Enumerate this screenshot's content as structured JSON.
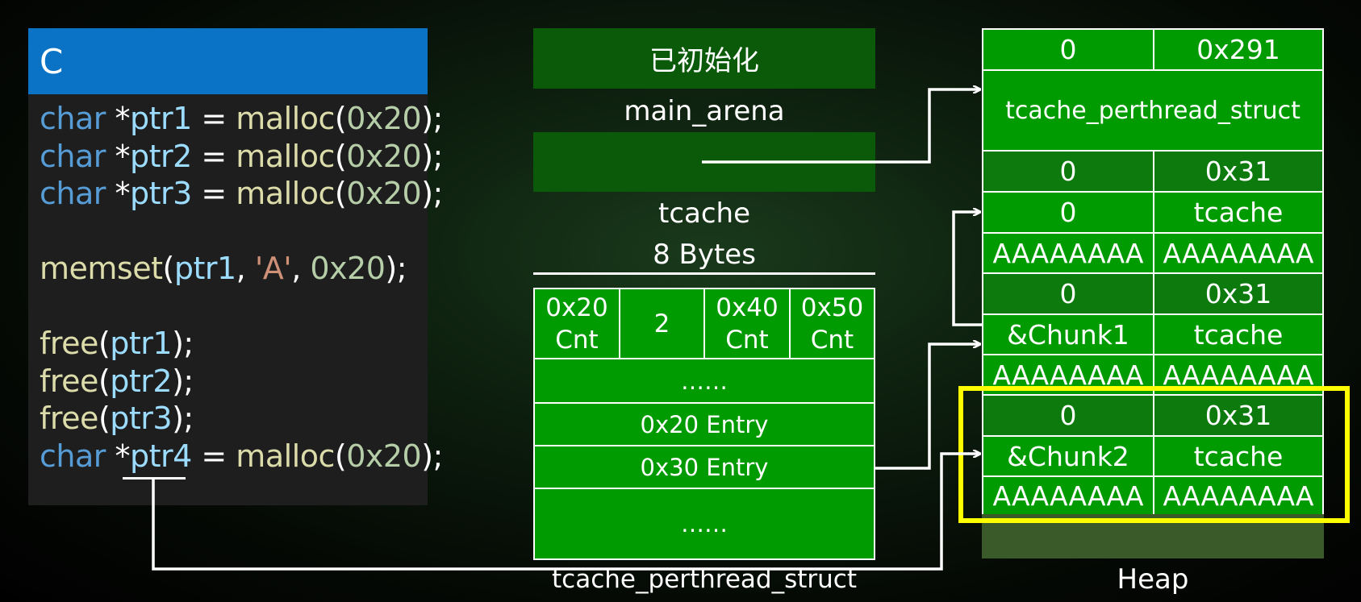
{
  "code": {
    "language": "C",
    "lines": [
      [
        [
          "kw",
          "char "
        ],
        [
          "pl",
          "*"
        ],
        [
          "var",
          "ptr1"
        ],
        [
          "pl",
          " = "
        ],
        [
          "fn",
          "malloc"
        ],
        [
          "pl",
          "("
        ],
        [
          "num",
          "0x20"
        ],
        [
          "pl",
          ");"
        ]
      ],
      [
        [
          "kw",
          "char "
        ],
        [
          "pl",
          "*"
        ],
        [
          "var",
          "ptr2"
        ],
        [
          "pl",
          " = "
        ],
        [
          "fn",
          "malloc"
        ],
        [
          "pl",
          "("
        ],
        [
          "num",
          "0x20"
        ],
        [
          "pl",
          ");"
        ]
      ],
      [
        [
          "kw",
          "char "
        ],
        [
          "pl",
          "*"
        ],
        [
          "var",
          "ptr3"
        ],
        [
          "pl",
          " = "
        ],
        [
          "fn",
          "malloc"
        ],
        [
          "pl",
          "("
        ],
        [
          "num",
          "0x20"
        ],
        [
          "pl",
          ");"
        ]
      ],
      [],
      [
        [
          "fn",
          "memset"
        ],
        [
          "pl",
          "("
        ],
        [
          "var",
          "ptr1"
        ],
        [
          "pl",
          ", "
        ],
        [
          "str",
          "'A'"
        ],
        [
          "pl",
          ", "
        ],
        [
          "num",
          "0x20"
        ],
        [
          "pl",
          ");"
        ]
      ],
      [],
      [
        [
          "fn",
          "free"
        ],
        [
          "pl",
          "("
        ],
        [
          "var",
          "ptr1"
        ],
        [
          "pl",
          ");"
        ]
      ],
      [
        [
          "fn",
          "free"
        ],
        [
          "pl",
          "("
        ],
        [
          "var",
          "ptr2"
        ],
        [
          "pl",
          ");"
        ]
      ],
      [
        [
          "fn",
          "free"
        ],
        [
          "pl",
          "("
        ],
        [
          "var",
          "ptr3"
        ],
        [
          "pl",
          ");"
        ]
      ],
      [
        [
          "kw",
          "char "
        ],
        [
          "pl",
          "*"
        ],
        [
          "var",
          "ptr4"
        ],
        [
          "pl",
          " = "
        ],
        [
          "fn",
          "malloc"
        ],
        [
          "pl",
          "("
        ],
        [
          "num",
          "0x20"
        ],
        [
          "pl",
          ");"
        ]
      ]
    ]
  },
  "arena": {
    "initialized": "已初始化",
    "name": "main_arena",
    "tcache_label": "tcache",
    "bytes_label": "8 Bytes"
  },
  "tcache_struct": {
    "cnt_row": [
      "0x20\nCnt",
      "2",
      "0x40\nCnt",
      "0x50\nCnt"
    ],
    "dots_top": "……",
    "entry_20": "0x20 Entry",
    "entry_30": "0x30 Entry",
    "dots_bottom": "……",
    "caption": "tcache_perthread_struct"
  },
  "heap": {
    "caption": "Heap",
    "rows": [
      {
        "l": "0",
        "r": "0x291",
        "dark": false
      },
      {
        "full": "tcache_perthread_struct"
      },
      {
        "l": "0",
        "r": "0x31",
        "dark": true
      },
      {
        "l": "0",
        "r": "tcache",
        "dark": false
      },
      {
        "l": "AAAAAAAA",
        "r": "AAAAAAAA",
        "dark": false
      },
      {
        "l": "0",
        "r": "0x31",
        "dark": true
      },
      {
        "l": "&Chunk1",
        "r": "tcache",
        "dark": false
      },
      {
        "l": "AAAAAAAA",
        "r": "AAAAAAAA",
        "dark": false
      },
      {
        "l": "0",
        "r": "0x31",
        "dark": true
      },
      {
        "l": "&Chunk2",
        "r": "tcache",
        "dark": false
      },
      {
        "l": "AAAAAAAA",
        "r": "AAAAAAAA",
        "dark": false
      }
    ]
  },
  "colors": {
    "chunk_green": "#009b00",
    "highlight": "#ffff00",
    "code_header": "#0a73c5"
  }
}
